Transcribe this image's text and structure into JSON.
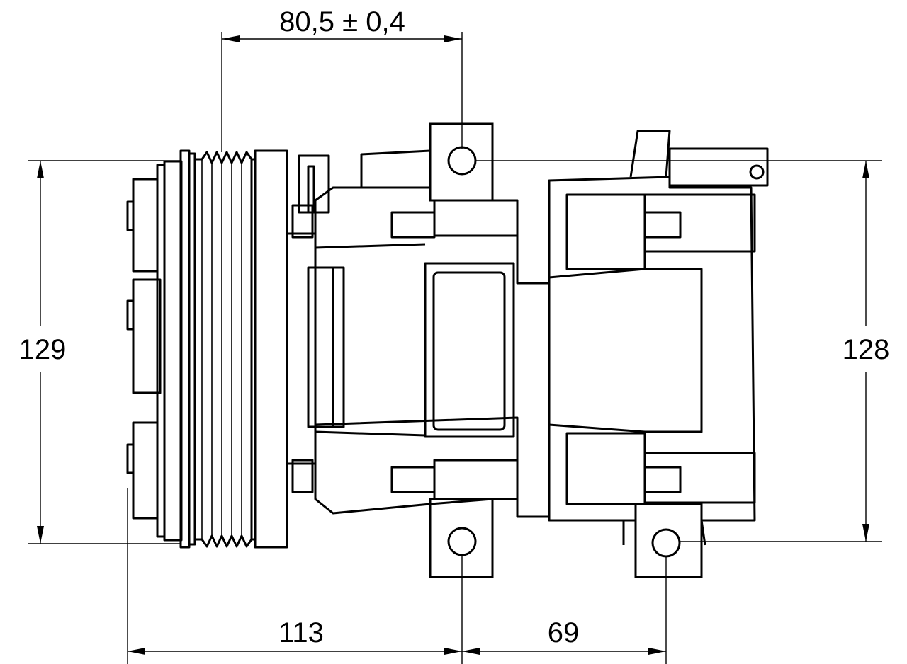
{
  "drawing": {
    "title": "A/C compressor dimension drawing",
    "dimensions": {
      "mount_offset": "80,5 ± 0,4",
      "left_height": "129",
      "right_height": "128",
      "pulley_to_mount": "113",
      "mount_spacing": "69"
    },
    "colors": {
      "line": "#000000",
      "background": "#ffffff"
    }
  }
}
